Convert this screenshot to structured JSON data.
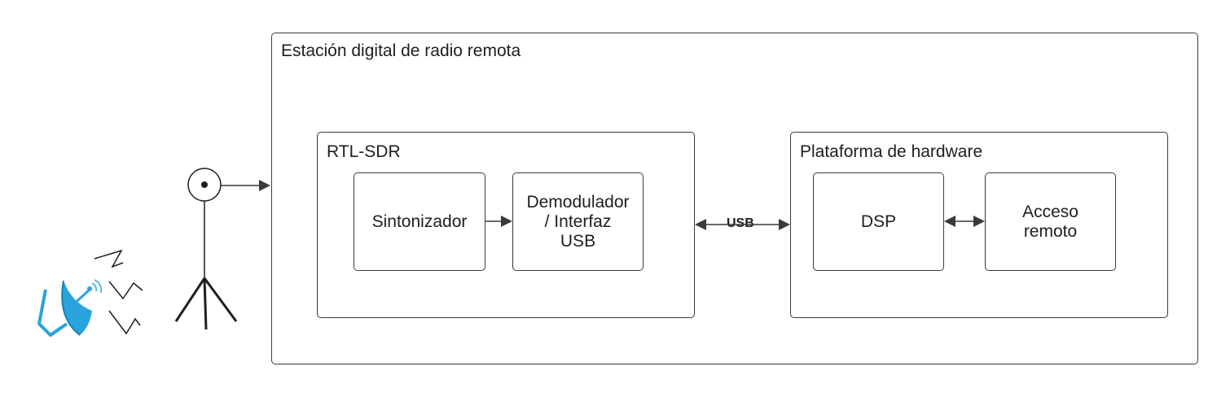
{
  "station": {
    "title": "Estación digital de radio remota"
  },
  "rtl": {
    "title": "RTL-SDR",
    "tuner": "Sintonizador",
    "demod": "Demodulador\n/ Interfaz\nUSB"
  },
  "hardware": {
    "title": "Plataforma de hardware",
    "dsp": "DSP",
    "remote": "Acceso\nremoto"
  },
  "link": {
    "usb_label": "USB"
  },
  "icons": {
    "dish": "satellite-dish-icon",
    "antenna": "antenna-icon"
  },
  "colors": {
    "stroke": "#3a3a3a",
    "dish": "#29a3dc",
    "text": "#1e1e1e"
  }
}
